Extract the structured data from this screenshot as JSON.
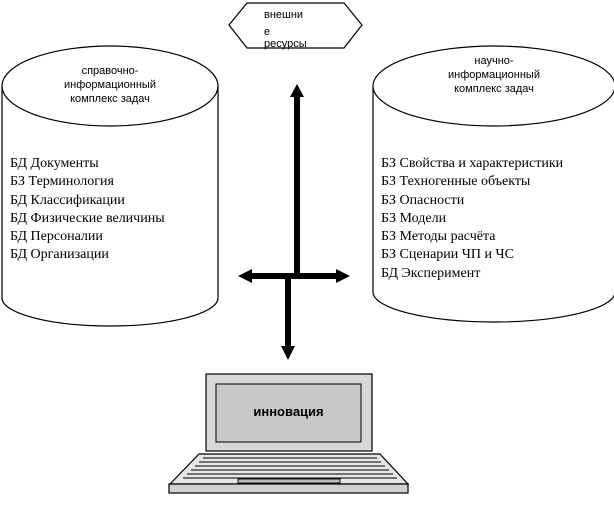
{
  "external": {
    "lines": [
      "внешни",
      "е",
      "ресурсы"
    ]
  },
  "left_db": {
    "caption": [
      "справочно-",
      "информационный",
      "комплекс задач"
    ],
    "items": [
      "БД Документы",
      "БЗ Терминология",
      "БД Классификации",
      "БД Физические величины",
      "БД Персоналии",
      "БД Организации"
    ]
  },
  "right_db": {
    "caption": [
      "научно-",
      "информационный",
      "комплекс задач"
    ],
    "items": [
      "БЗ Свойства и характеристики",
      "БЗ Техногенные объекты",
      "БЗ Опасности",
      "БЗ Модели",
      "БЗ Методы расчёта",
      "БЗ Сценарии ЧП и ЧС",
      "БД Эксперимент"
    ]
  },
  "computer": {
    "screen_label": "инновация"
  }
}
